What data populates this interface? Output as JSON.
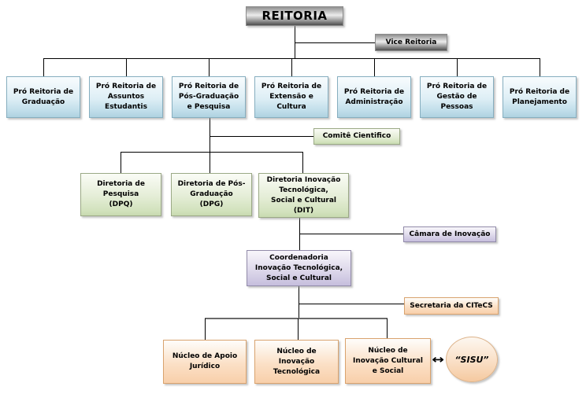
{
  "org": {
    "reitoria": "REITORIA",
    "vice_reitoria": "Vice Reitoria",
    "pro_reitorias": [
      "Pró Reitoria de\nGraduação",
      "Pró Reitoria de\nAssuntos\nEstudantis",
      "Pró Reitoria de\nPós-Graduação\ne Pesquisa",
      "Pró Reitoria de\nExtensão e\nCultura",
      "Pró Reitoria de\nAdministração",
      "Pró Reitoria de\nGestão de\nPessoas",
      "Pró Reitoria de\nPlanejamento"
    ],
    "comite_cientifico": "Comitê Cientifico",
    "diretorias": [
      "Diretoria de\nPesquisa\n(DPQ)",
      "Diretoria de Pós-\nGraduação\n(DPG)",
      "Diretoria Inovação\nTecnológica,\nSocial e Cultural\n(DIT)"
    ],
    "camara_inovacao": "Câmara de Inovação",
    "coordenadoria": "Coordenadoria\nInovação Tecnológica,\nSocial e Cultural",
    "secretaria_citecs": "Secretaria da CITeCS",
    "nucleos": [
      "Núcleo de Apoio\nJurídico",
      "Núcleo de\nInovação\nTecnológica",
      "Núcleo de\nInovação Cultural\ne Social"
    ],
    "sisu": "“SISU”"
  },
  "icons": {
    "double_arrow": "↔"
  },
  "colors": {
    "level_pro_reitoria": "#bcdbe8",
    "level_diretoria": "#d2e2bd",
    "level_coordenadoria": "#c6bedd",
    "level_nucleo": "#f8cfaa",
    "root_gray": "#5f5f5f",
    "connector": "#000000"
  }
}
